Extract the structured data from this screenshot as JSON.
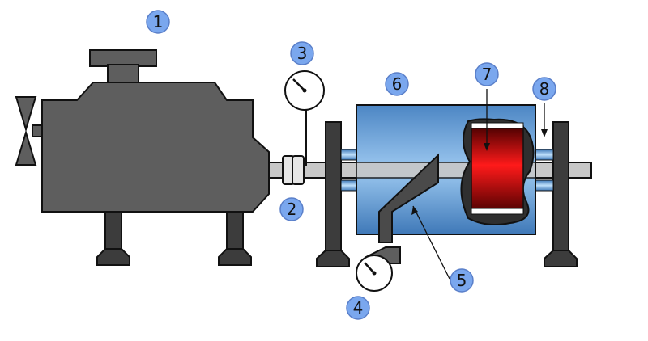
{
  "colors": {
    "machine": "#5e5e5e",
    "machine_dark": "#3c3c3c",
    "outline": "#111111",
    "shaft": "#c8c8c8",
    "housing_top": "#2f6fb0",
    "housing_bottom": "#a9d3f5",
    "rotor_red": "#ff1a1a",
    "rotor_dark": "#3a0000",
    "callout_fill": "#7aa7ee",
    "callout_stroke": "#5a7fc9"
  },
  "callouts": {
    "c1": "1",
    "c2": "2",
    "c3": "3",
    "c4": "4",
    "c5": "5",
    "c6": "6",
    "c7": "7",
    "c8": "8"
  },
  "icons": {
    "motor": "motor-icon",
    "gauge": "gauge-icon",
    "coupling": "coupling-icon",
    "rotor": "rotor-icon"
  }
}
